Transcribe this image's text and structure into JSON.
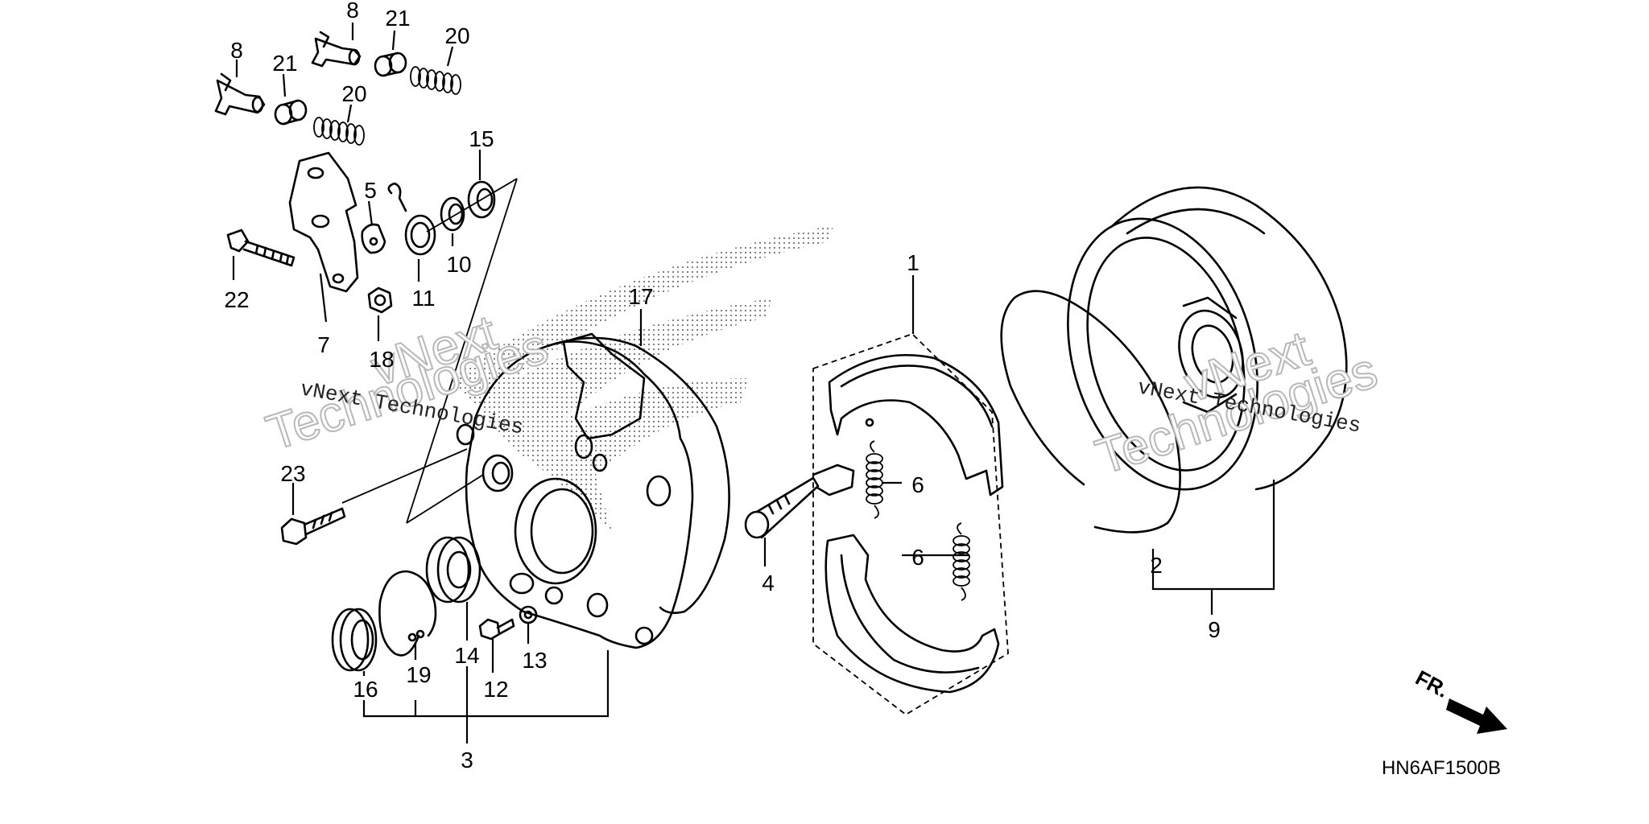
{
  "callouts": {
    "c1": "1",
    "c2": "2",
    "c3": "3",
    "c4": "4",
    "c5": "5",
    "c6a": "6",
    "c6b": "6",
    "c7": "7",
    "c8a": "8",
    "c8b": "8",
    "c9": "9",
    "c10": "10",
    "c11": "11",
    "c12": "12",
    "c13": "13",
    "c14": "14",
    "c15": "15",
    "c16": "16",
    "c17": "17",
    "c18": "18",
    "c19": "19",
    "c20a": "20",
    "c20b": "20",
    "c21a": "21",
    "c21b": "21",
    "c22": "22",
    "c23": "23"
  },
  "diagram_code": "HN6AF1500B",
  "front_indicator": "FR.",
  "watermark": {
    "large_line1": "vNext",
    "large_line2": "Technologies",
    "small": "vNext Technologies"
  },
  "colors": {
    "line": "#000000",
    "watermark_outline": "#b8b8b8",
    "background": "#ffffff"
  }
}
